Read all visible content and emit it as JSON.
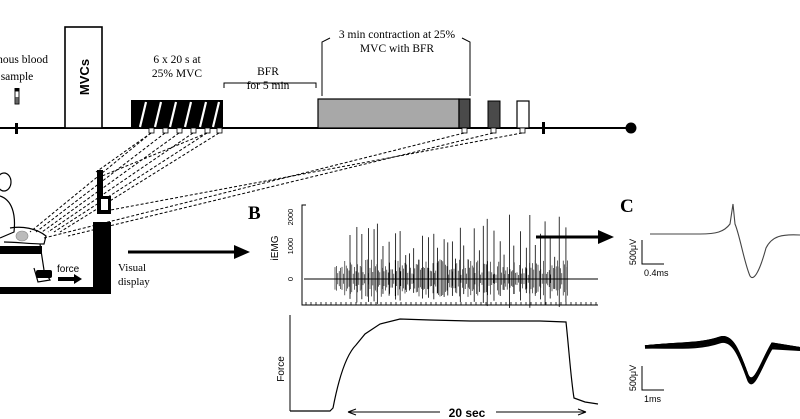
{
  "timeline": {
    "blood_sample_label_line1": "enous blood",
    "blood_sample_label_line2": "sample",
    "mvc_box_label": "MVCs",
    "series_label_line1": "6 x 20 s at",
    "series_label_line2": "25% MVC",
    "bfr_label_line1": "BFR",
    "bfr_label_line2": "for 5 min",
    "contraction_label_line1": "3 min contraction at 25%",
    "contraction_label_line2": "MVC with BFR"
  },
  "setup": {
    "force_label": "force",
    "display_label_line1": "Visual",
    "display_label_line2": "display"
  },
  "panel_b": {
    "letter": "B",
    "iemg_axis_label": "iEMG",
    "iemg_ticks": [
      "2000",
      "1000",
      "0"
    ],
    "force_axis_label": "Force",
    "duration_label": "20 sec"
  },
  "panel_c": {
    "letter": "C",
    "scale_top_y": "500μV",
    "scale_top_x": "0.4ms",
    "scale_bottom_y": "500μV",
    "scale_bottom_x": "1ms"
  },
  "colors": {
    "ink": "#000000",
    "contraction_fill": "#a8a8a8",
    "dark_block": "#4a4a4a",
    "paper": "#ffffff"
  }
}
